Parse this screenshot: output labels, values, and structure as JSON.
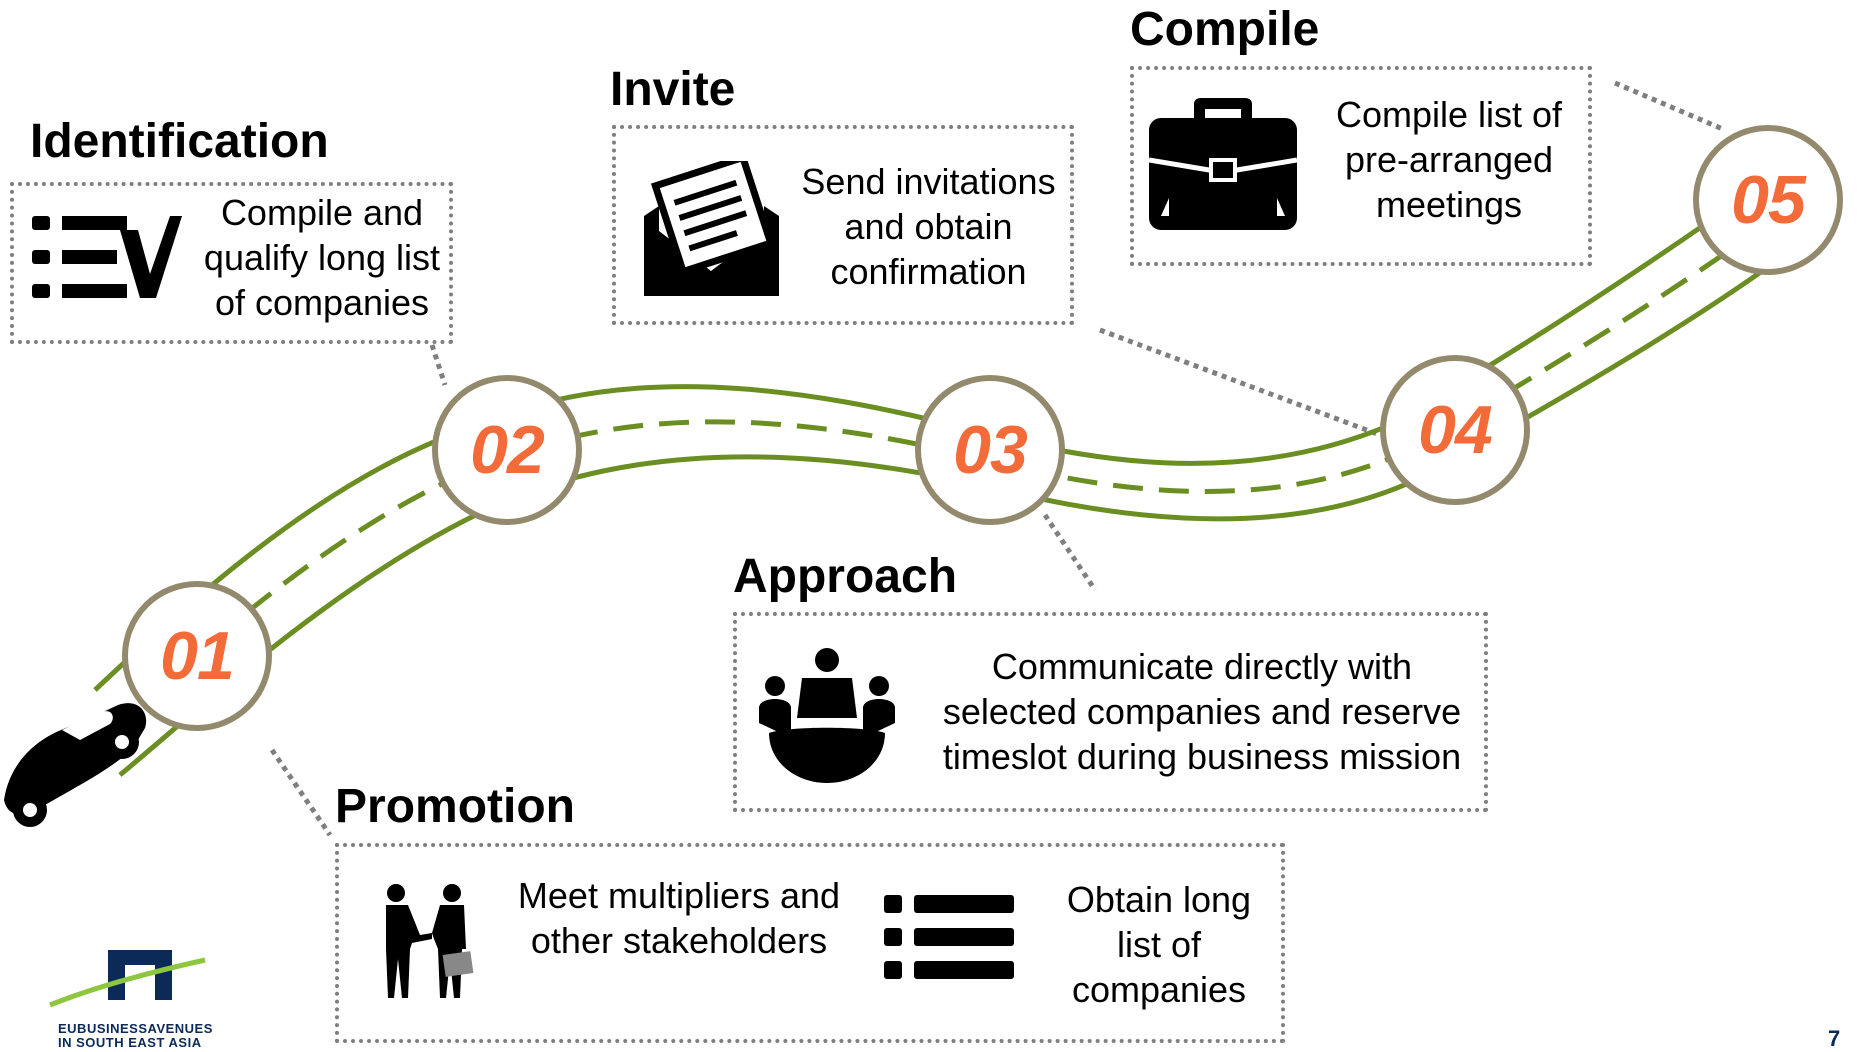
{
  "steps": {
    "identification": {
      "title": "Identification",
      "lines": [
        "Compile and",
        "qualify long list",
        "of companies"
      ],
      "icon": "checklist-icon"
    },
    "promotion": {
      "title": "Promotion",
      "item1_lines": [
        "Meet multipliers and",
        "other stakeholders"
      ],
      "item1_icon": "handshake-icon",
      "item2_lines": [
        "Obtain long",
        "list of",
        "companies"
      ],
      "item2_icon": "list-icon"
    },
    "invite": {
      "title": "Invite",
      "lines": [
        "Send invitations",
        "and obtain",
        "confirmation"
      ],
      "icon": "envelope-letter-icon"
    },
    "approach": {
      "title": "Approach",
      "lines": [
        "Communicate directly with",
        "selected companies and reserve",
        "timeslot during business mission"
      ],
      "icon": "meeting-table-icon"
    },
    "compile": {
      "title": "Compile",
      "lines": [
        "Compile list of",
        "pre-arranged",
        "meetings"
      ],
      "icon": "briefcase-icon"
    }
  },
  "milestones": [
    "01",
    "02",
    "03",
    "04",
    "05"
  ],
  "logo": {
    "line1": "EUBUSINESSAVENUES",
    "line2": "IN SOUTH EAST ASIA"
  },
  "page_number": "7",
  "colors": {
    "road": "#6b8e23",
    "milestone_border": "#938a6e",
    "milestone_number": "#f26b38",
    "box_border": "#7f7f7f",
    "logo": "#0b2a57",
    "logo_swoosh": "#8dc63f"
  }
}
